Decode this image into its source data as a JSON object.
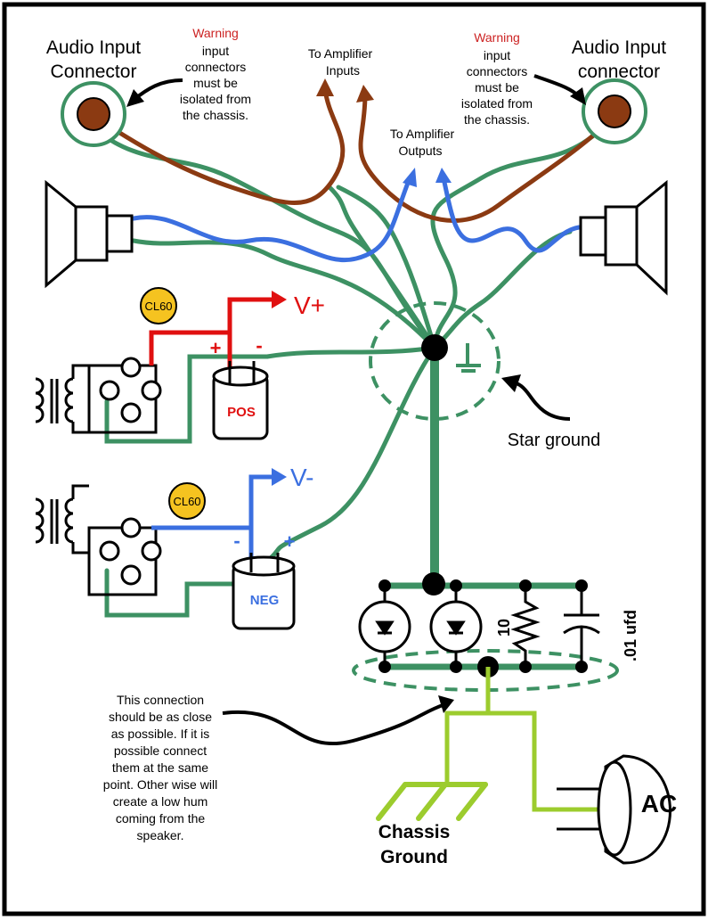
{
  "colors": {
    "border": "#000000",
    "ground_wire": "#3d9163",
    "signal_wire": "#8b3a12",
    "speaker_wire": "#3b6fe0",
    "positive_rail": "#e01010",
    "negative_rail": "#3b6fe0",
    "chassis_wire": "#9ccc2e",
    "thermistor": "#f5c320",
    "connector_fill": "#8b3a12",
    "connector_ring": "#3d9163"
  },
  "labels": {
    "audio_input_left": [
      "Audio Input",
      "Connector"
    ],
    "audio_input_right": [
      "Audio Input",
      "connector"
    ],
    "warning_title": "Warning",
    "warning_left_lines": [
      "input",
      "connectors",
      "must be",
      "isolated from",
      "the chassis."
    ],
    "warning_right_lines": [
      "input",
      "connectors",
      "must be",
      "isolated from",
      "the chassis."
    ],
    "amp_inputs": [
      "To Amplifier",
      "Inputs"
    ],
    "amp_outputs": [
      "To Amplifier",
      "Outputs"
    ],
    "star_ground": "Star ground",
    "v_plus": "V+",
    "v_minus": "V-",
    "cl60_top": "CL60",
    "cl60_bottom": "CL60",
    "pos_cap": "POS",
    "neg_cap": "NEG",
    "plus_sign": "+",
    "minus_sign": "-",
    "resistor_value": "10",
    "cap_value": ".01 ufd",
    "note_lines": [
      "This connection",
      "should be as close",
      "as possible. If it is",
      "possible connect",
      "them at the same",
      "point. Other wise will",
      "create a low hum",
      "coming from the",
      "speaker."
    ],
    "chassis_ground": [
      "Chassis",
      "Ground"
    ],
    "ac": "AC"
  },
  "icons": [
    "audio-jack-icon",
    "speaker-icon",
    "transformer-icon",
    "bridge-rectifier-icon",
    "thermistor-icon",
    "capacitor-icon",
    "diode-icon",
    "resistor-icon",
    "ground-icon",
    "ac-plug-icon"
  ]
}
